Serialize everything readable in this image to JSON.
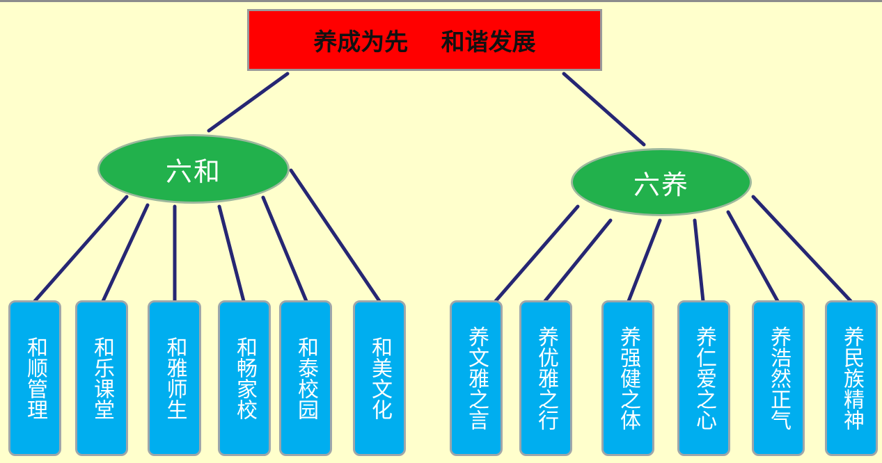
{
  "root": {
    "text": "养成为先    和谐发展"
  },
  "left": {
    "label": "六和",
    "items": [
      "和顺管理",
      "和乐课堂",
      "和雅师生",
      "和畅家校",
      "和泰校园",
      "和美文化"
    ]
  },
  "right": {
    "label": "六养",
    "items": [
      "养文雅之言",
      "养优雅之行",
      "养强健之体",
      "养仁爱之心",
      "养浩然正气",
      "养民族精神"
    ]
  },
  "colors": {
    "background": "#ffffcc",
    "root_fill": "#ff0000",
    "ellipse_fill": "#22b14c",
    "leaf_fill": "#00aeef",
    "connector": "#262673"
  }
}
